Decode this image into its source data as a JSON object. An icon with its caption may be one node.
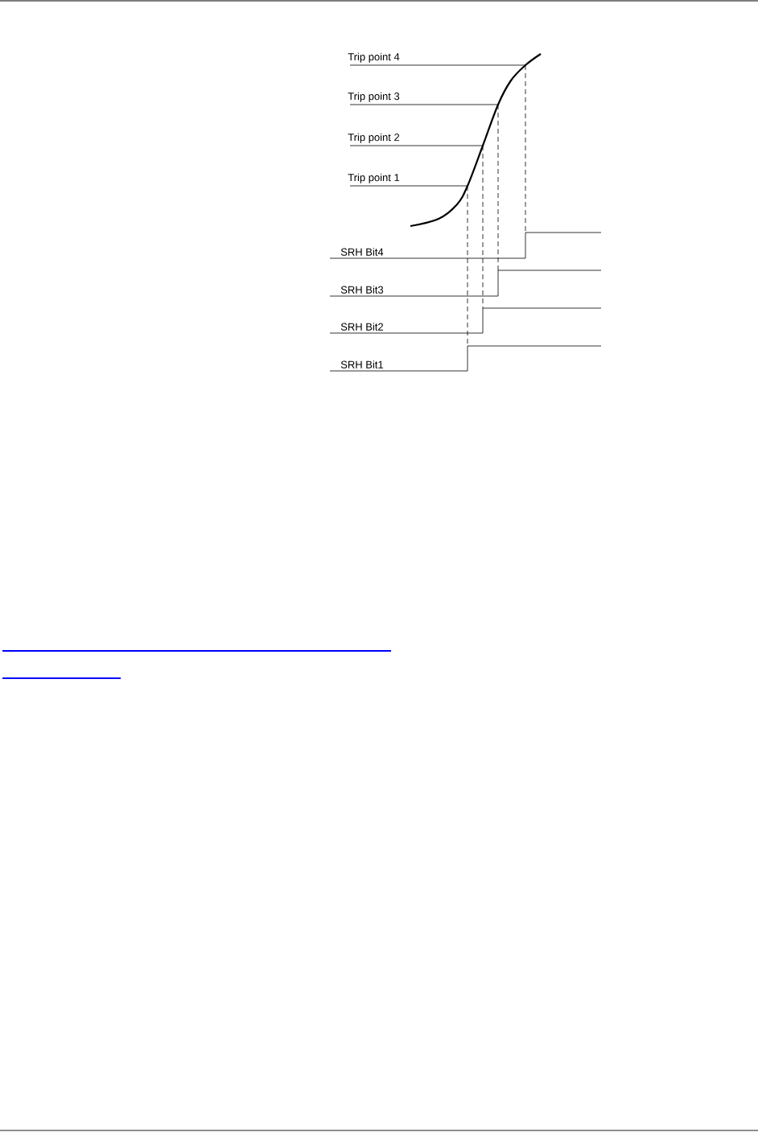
{
  "diagram": {
    "labels": [
      "Trip point 4",
      "Trip point 3",
      "Trip point 2",
      "Trip point 1",
      "SRH Bit4",
      "SRH Bit3",
      "SRH Bit2",
      "SRH Bit1"
    ]
  }
}
